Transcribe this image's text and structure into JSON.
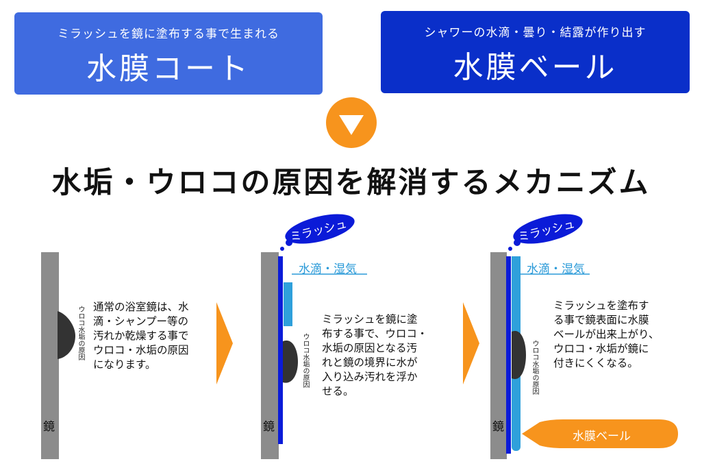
{
  "boxes": {
    "left": {
      "subtitle": "ミラッシュを鏡に塗布する事で生まれる",
      "title": "水膜コート"
    },
    "right": {
      "subtitle": "シャワーの水滴・曇り・結露が作り出す",
      "title": "水膜ベール"
    }
  },
  "headline": "水垢・ウロコの原因を解消するメカニズム",
  "panels": [
    {
      "mirror_label": "鏡",
      "stain_label": "ウロコ水垢の原因",
      "description": [
        "通常の浴室鏡は、水",
        "滴・シャンプー等の",
        "汚れか乾燥する事で",
        "ウロコ・水垢の原因",
        "になります。"
      ]
    },
    {
      "mirror_label": "鏡",
      "stain_label": "ウロコ水垢の原因",
      "bubble": "ミラッシュ",
      "water_label": "水滴・湿気",
      "description": [
        "ミラッシュを鏡に塗",
        "布する事で、ウロコ・",
        "水垢の原因となる汚",
        "れと鏡の境界に水が",
        "入り込み汚れを浮か",
        "せる。"
      ]
    },
    {
      "mirror_label": "鏡",
      "stain_label": "ウロコ水垢の原因",
      "bubble": "ミラッシュ",
      "water_label": "水滴・湿気",
      "veil_label": "水膜ベール",
      "description": [
        "ミラッシュを塗布す",
        "る事で鏡表面に水膜",
        "ベールが出来上がり、",
        "ウロコ・水垢が鏡に",
        "付きにくくなる。"
      ]
    }
  ],
  "colors": {
    "box_left": "#3f6be0",
    "box_right": "#0a2fc9",
    "arrow": "#f7941d",
    "mirror": "#8c8c8c",
    "stain": "#333333",
    "coat": "#0b1bd8",
    "water": "#2fa0db"
  }
}
